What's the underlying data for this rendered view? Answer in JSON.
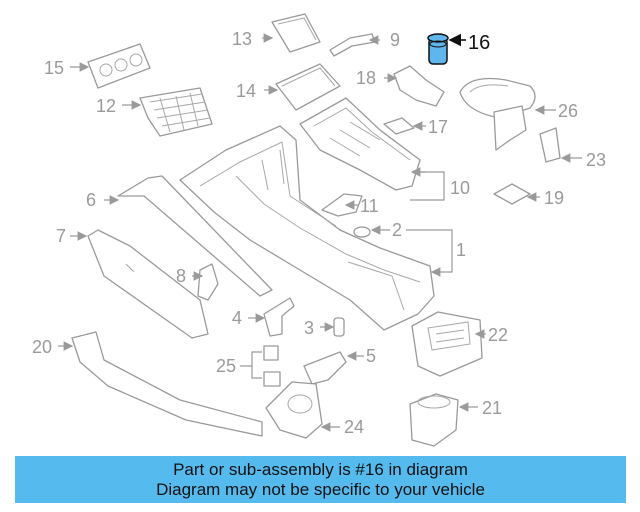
{
  "callouts": {
    "c1": "1",
    "c2": "2",
    "c3": "3",
    "c4": "4",
    "c5": "5",
    "c6": "6",
    "c7": "7",
    "c8": "8",
    "c9": "9",
    "c10": "10",
    "c11": "11",
    "c12": "12",
    "c13": "13",
    "c14": "14",
    "c15": "15",
    "c16": "16",
    "c17": "17",
    "c18": "18",
    "c19": "19",
    "c20": "20",
    "c21": "21",
    "c22": "22",
    "c23": "23",
    "c24": "24",
    "c25": "25",
    "c26": "26"
  },
  "highlighted_part": "16",
  "colors": {
    "highlight_fill": "#5fb6ec",
    "banner": "#55bbee",
    "line_art": "#9a9a9a"
  },
  "footer": {
    "line1": "Part or sub-assembly is #16 in diagram",
    "line2": "Diagram may not be specific to your vehicle"
  }
}
